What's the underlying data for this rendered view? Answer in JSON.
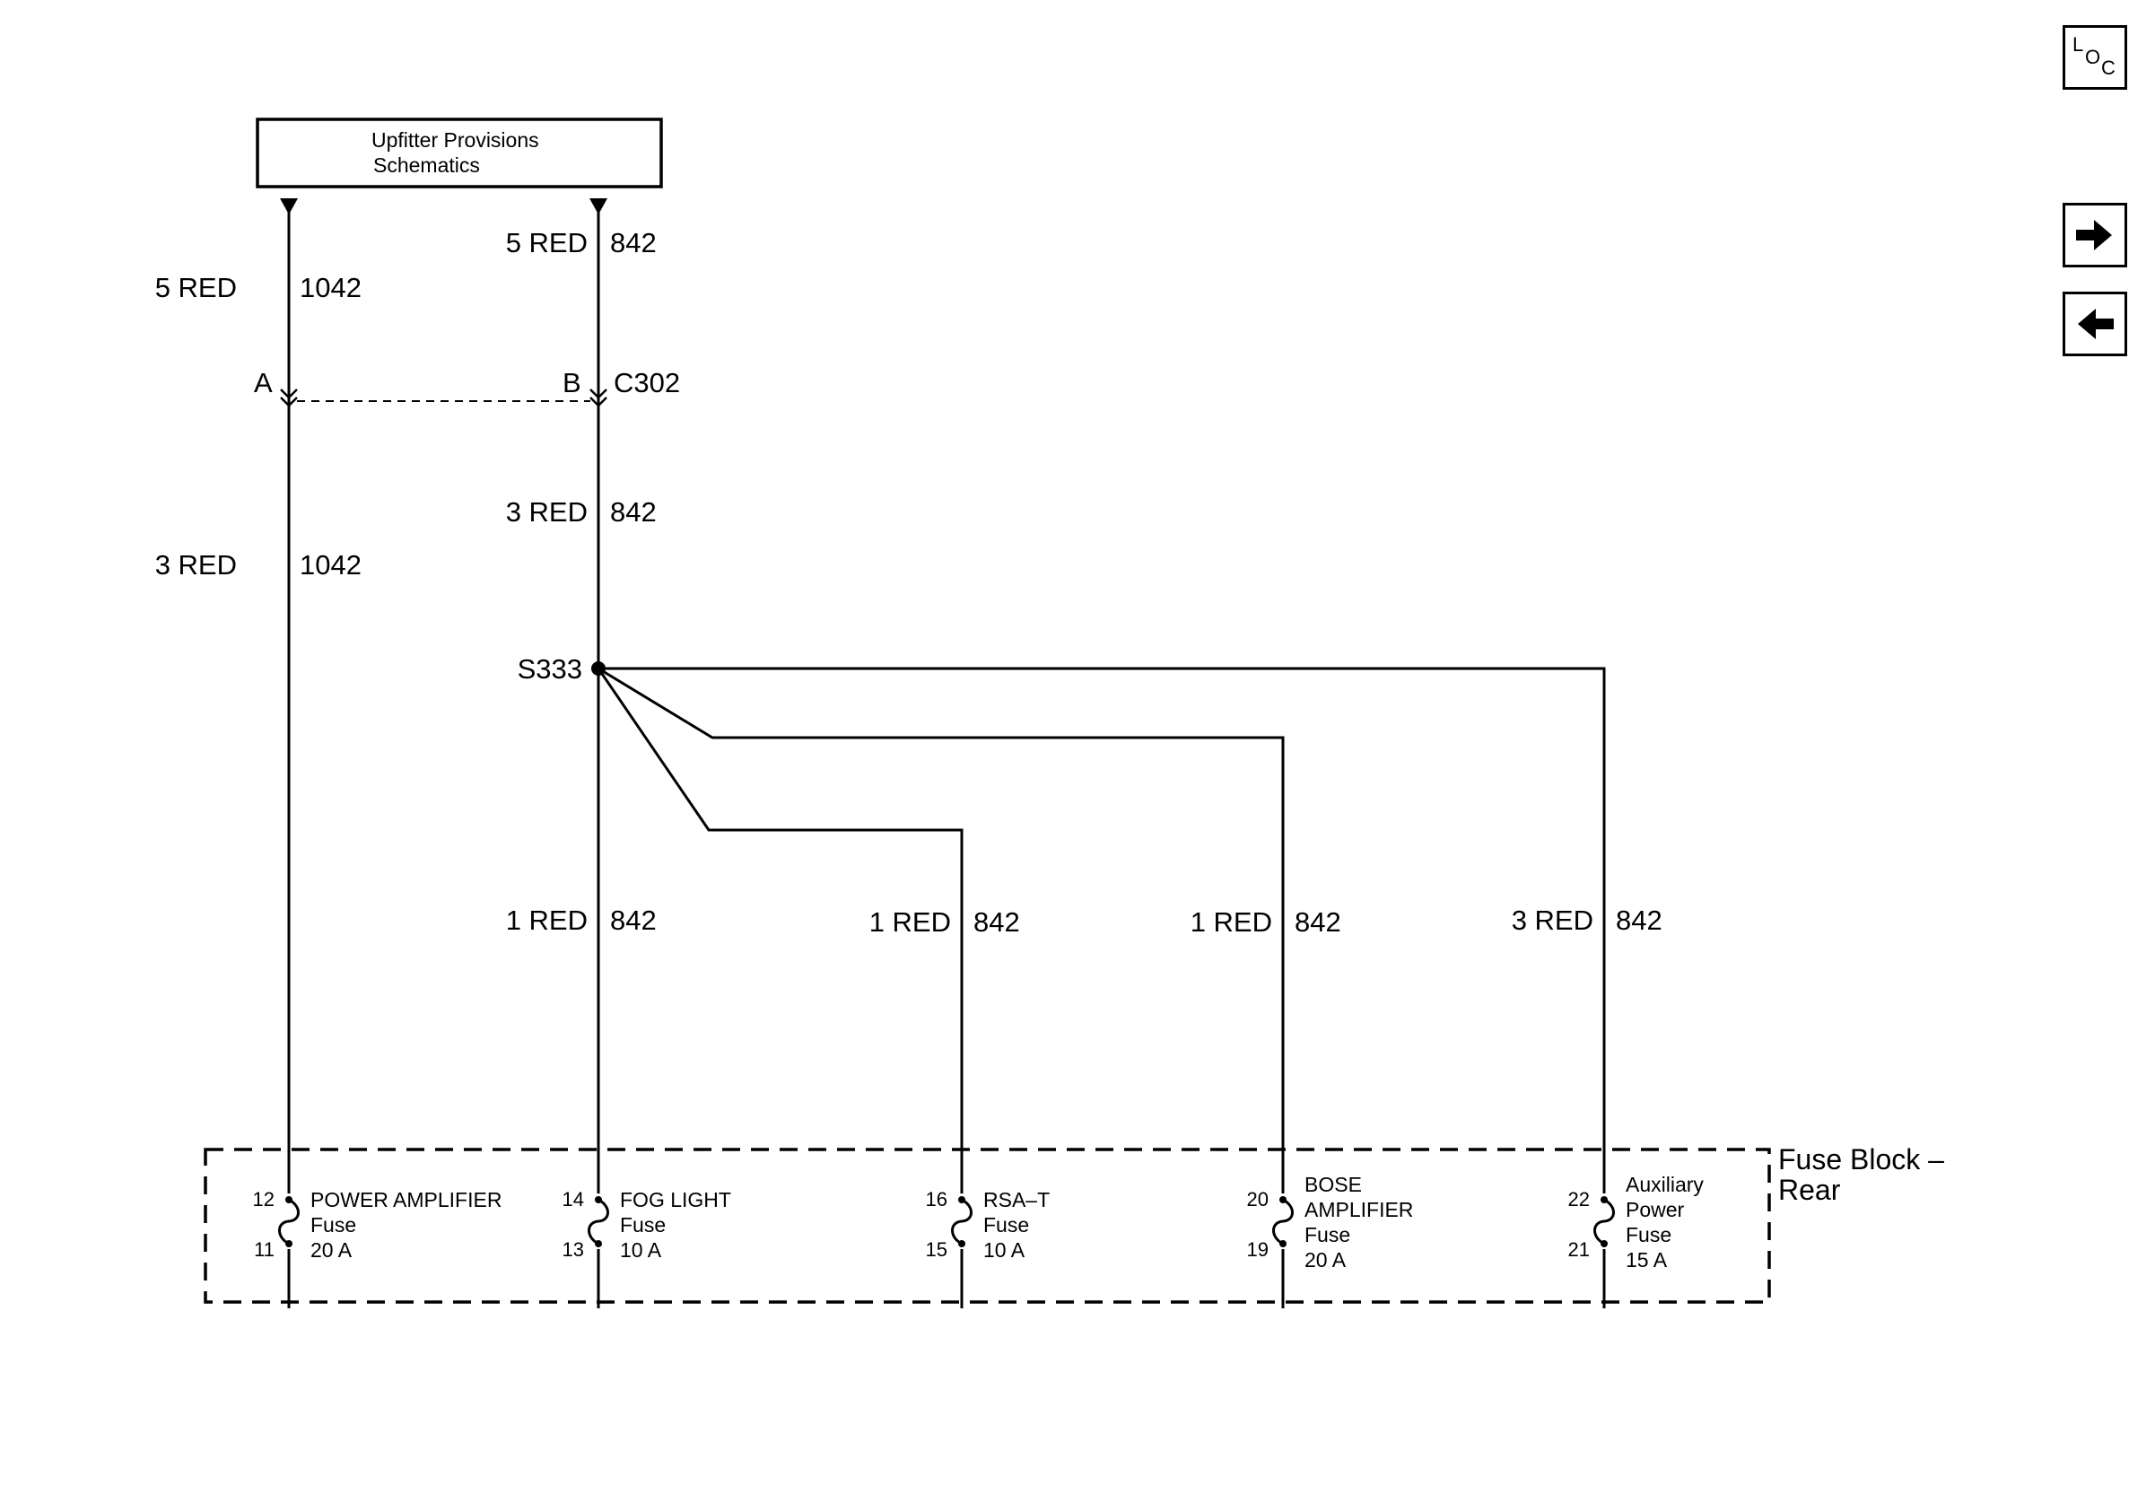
{
  "header_box": {
    "line1": "Upfitter Provisions",
    "line2": "Schematics"
  },
  "wires": {
    "left_top": {
      "gauge": "5 RED",
      "circuit": "1042"
    },
    "left_bottom": {
      "gauge": "3 RED",
      "circuit": "1042"
    },
    "mid_top": {
      "gauge": "5 RED",
      "circuit": "842"
    },
    "mid_middle": {
      "gauge": "3 RED",
      "circuit": "842"
    },
    "branch1": {
      "gauge": "1 RED",
      "circuit": "842"
    },
    "branch2": {
      "gauge": "1 RED",
      "circuit": "842"
    },
    "branch3": {
      "gauge": "1 RED",
      "circuit": "842"
    },
    "branch4": {
      "gauge": "3 RED",
      "circuit": "842"
    }
  },
  "connector": {
    "pin_a": "A",
    "pin_b": "B",
    "name": "C302"
  },
  "splice": "S333",
  "fuse_block": {
    "label_line1": "Fuse Block –",
    "label_line2": "Rear",
    "fuses": [
      {
        "pin_in": "12",
        "pin_out": "11",
        "lines": [
          "POWER AMPLIFIER",
          "Fuse",
          "20 A"
        ]
      },
      {
        "pin_in": "14",
        "pin_out": "13",
        "lines": [
          "FOG LIGHT",
          "Fuse",
          "10 A"
        ]
      },
      {
        "pin_in": "16",
        "pin_out": "15",
        "lines": [
          "RSA–T",
          "Fuse",
          "10 A"
        ]
      },
      {
        "pin_in": "20",
        "pin_out": "19",
        "lines": [
          "BOSE",
          "AMPLIFIER",
          "Fuse",
          "20 A"
        ]
      },
      {
        "pin_in": "22",
        "pin_out": "21",
        "lines": [
          "Auxiliary",
          "Power",
          "Fuse",
          "15 A"
        ]
      }
    ]
  },
  "nav": {
    "loc_icon": "loc-icon",
    "next_icon": "arrow-right-icon",
    "prev_icon": "arrow-left-icon"
  }
}
